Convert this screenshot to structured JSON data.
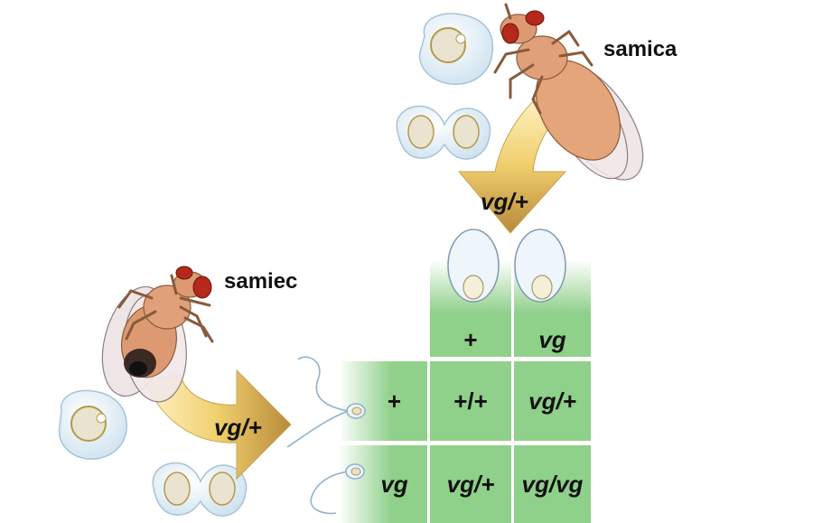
{
  "labels": {
    "female": "samica",
    "male": "samiec",
    "female_genotype": "vg/+",
    "male_genotype": "vg/+"
  },
  "punnett": {
    "egg_alleles": [
      "+",
      "vg"
    ],
    "sperm_alleles": [
      "+",
      "vg"
    ],
    "offspring": [
      [
        "+/+",
        "vg/+"
      ],
      [
        "vg/+",
        "vg/vg"
      ]
    ]
  },
  "colors": {
    "grid_green": "#8fd08a",
    "fly_body": "#e0a07a",
    "fly_eye": "#b5281c",
    "arrow_gold": "#e8c35a"
  },
  "icons": [
    "female-fly-icon",
    "male-fly-icon",
    "egg-icon",
    "sperm-icon",
    "dividing-cell-icon",
    "inheritance-arrow-icon"
  ]
}
